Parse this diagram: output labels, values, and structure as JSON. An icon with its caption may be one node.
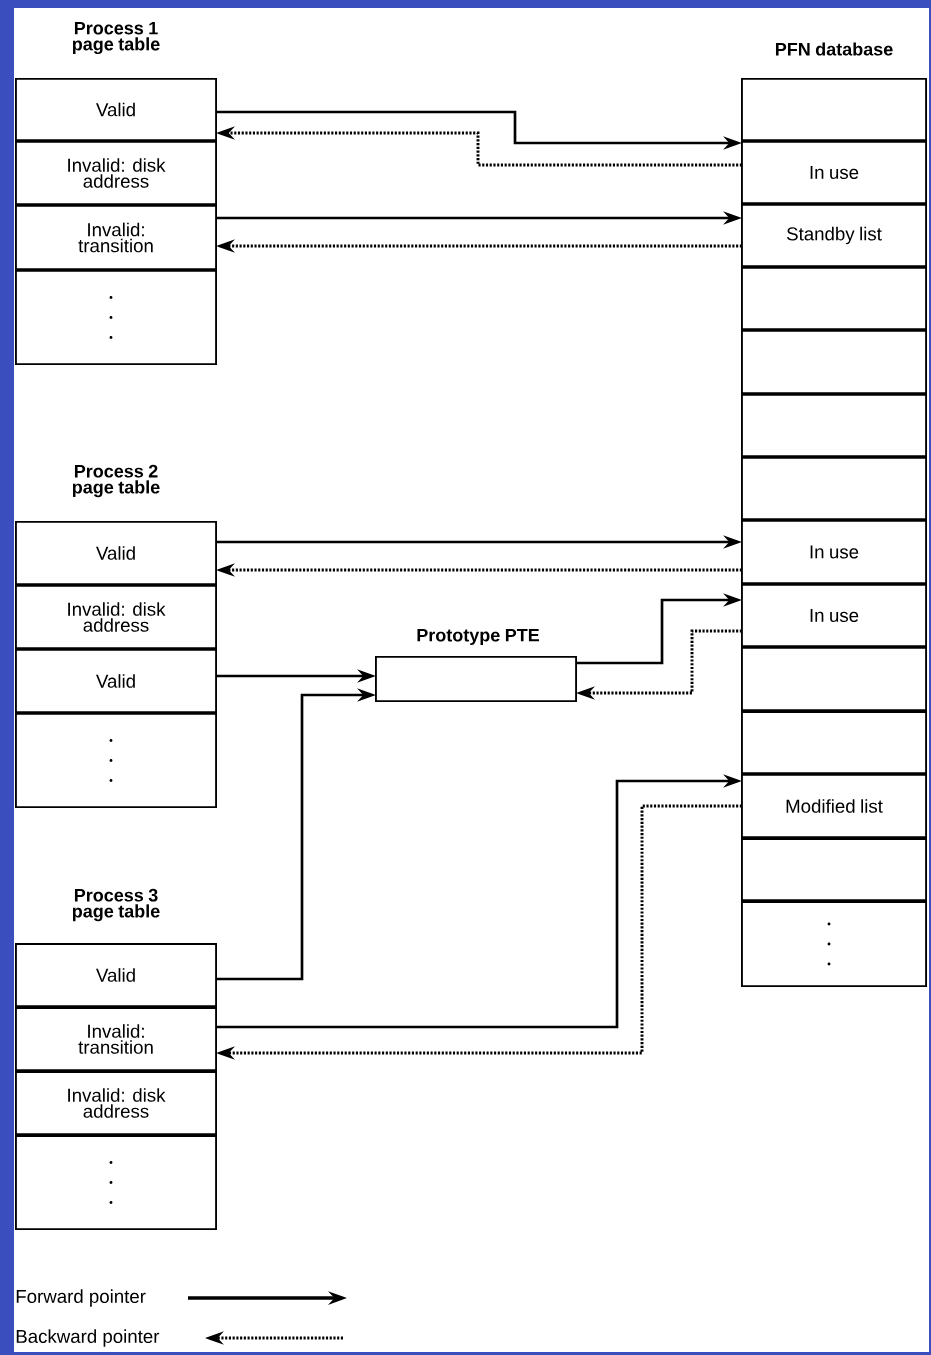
{
  "diagram": {
    "nodes": [
      {
        "text": [
          "Process 1 page table"
        ]
      },
      {
        "text": [
          "Valid"
        ],
        "in": 0
      },
      {
        "text": [
          "Invalid: disk address"
        ],
        "in": 0
      },
      {
        "text": [
          "Invalid: transition"
        ],
        "in": 0
      },
      {
        "text": [],
        "shape": "box",
        "in": 0
      },
      {
        "text": [
          "Process 2 page table"
        ]
      },
      {
        "text": [
          "Valid"
        ],
        "in": 5
      },
      {
        "text": [
          "Invalid: disk address"
        ],
        "in": 5
      },
      {
        "text": [
          "Valid"
        ],
        "in": 5
      },
      {
        "text": [],
        "shape": "box",
        "in": 5
      },
      {
        "text": [
          "Process 3 page table"
        ]
      },
      {
        "text": [
          "Valid"
        ],
        "in": 10
      },
      {
        "text": [
          "Invalid: transition"
        ],
        "in": 10
      },
      {
        "text": [
          "Invalid: disk address"
        ],
        "in": 10
      },
      {
        "text": [],
        "shape": "box",
        "in": 10
      },
      {
        "text": [
          "Prototype PTE"
        ]
      },
      {
        "text": [
          "PFN database"
        ]
      },
      {
        "text": [],
        "shape": "box",
        "in": 16
      },
      {
        "text": [
          "In use"
        ],
        "in": 16
      },
      {
        "text": [
          "Standby list"
        ],
        "in": 16
      },
      {
        "text": [],
        "shape": "box",
        "in": 16
      },
      {
        "text": [],
        "shape": "box",
        "in": 16
      },
      {
        "text": [],
        "shape": "box",
        "in": 16
      },
      {
        "text": [],
        "shape": "box",
        "in": 16
      },
      {
        "text": [
          "In use"
        ],
        "in": 16
      },
      {
        "text": [
          "In use"
        ],
        "in": 16
      },
      {
        "text": [],
        "shape": "box",
        "in": 16
      },
      {
        "text": [],
        "shape": "box",
        "in": 16
      },
      {
        "text": [
          "Modified list"
        ],
        "in": 16
      },
      {
        "text": [],
        "shape": "box",
        "in": 16
      },
      {
        "text": [],
        "shape": "box",
        "in": 16
      }
    ],
    "edges": [
      {
        "from": 1,
        "to": 18,
        "arrow": "to"
      },
      {
        "from": 18,
        "to": 1,
        "arrow": "to",
        "style": "dashed"
      },
      {
        "from": 3,
        "to": 19,
        "arrow": "to"
      },
      {
        "from": 19,
        "to": 3,
        "arrow": "to",
        "style": "dashed"
      },
      {
        "from": 6,
        "to": 24,
        "arrow": "to"
      },
      {
        "from": 24,
        "to": 6,
        "arrow": "to",
        "style": "dashed"
      },
      {
        "from": 8,
        "to": 15,
        "arrow": "to"
      },
      {
        "from": 11,
        "to": 15,
        "arrow": "to"
      },
      {
        "from": 15,
        "to": 25,
        "arrow": "to"
      },
      {
        "from": 25,
        "to": 15,
        "arrow": "to",
        "style": "dashed"
      },
      {
        "from": 12,
        "to": 28,
        "arrow": "to"
      },
      {
        "from": 28,
        "to": 12,
        "arrow": "to",
        "style": "dashed"
      }
    ],
    "legend": [
      {
        "text": "Forward pointer"
      },
      {
        "text": "Backward pointer"
      }
    ]
  }
}
